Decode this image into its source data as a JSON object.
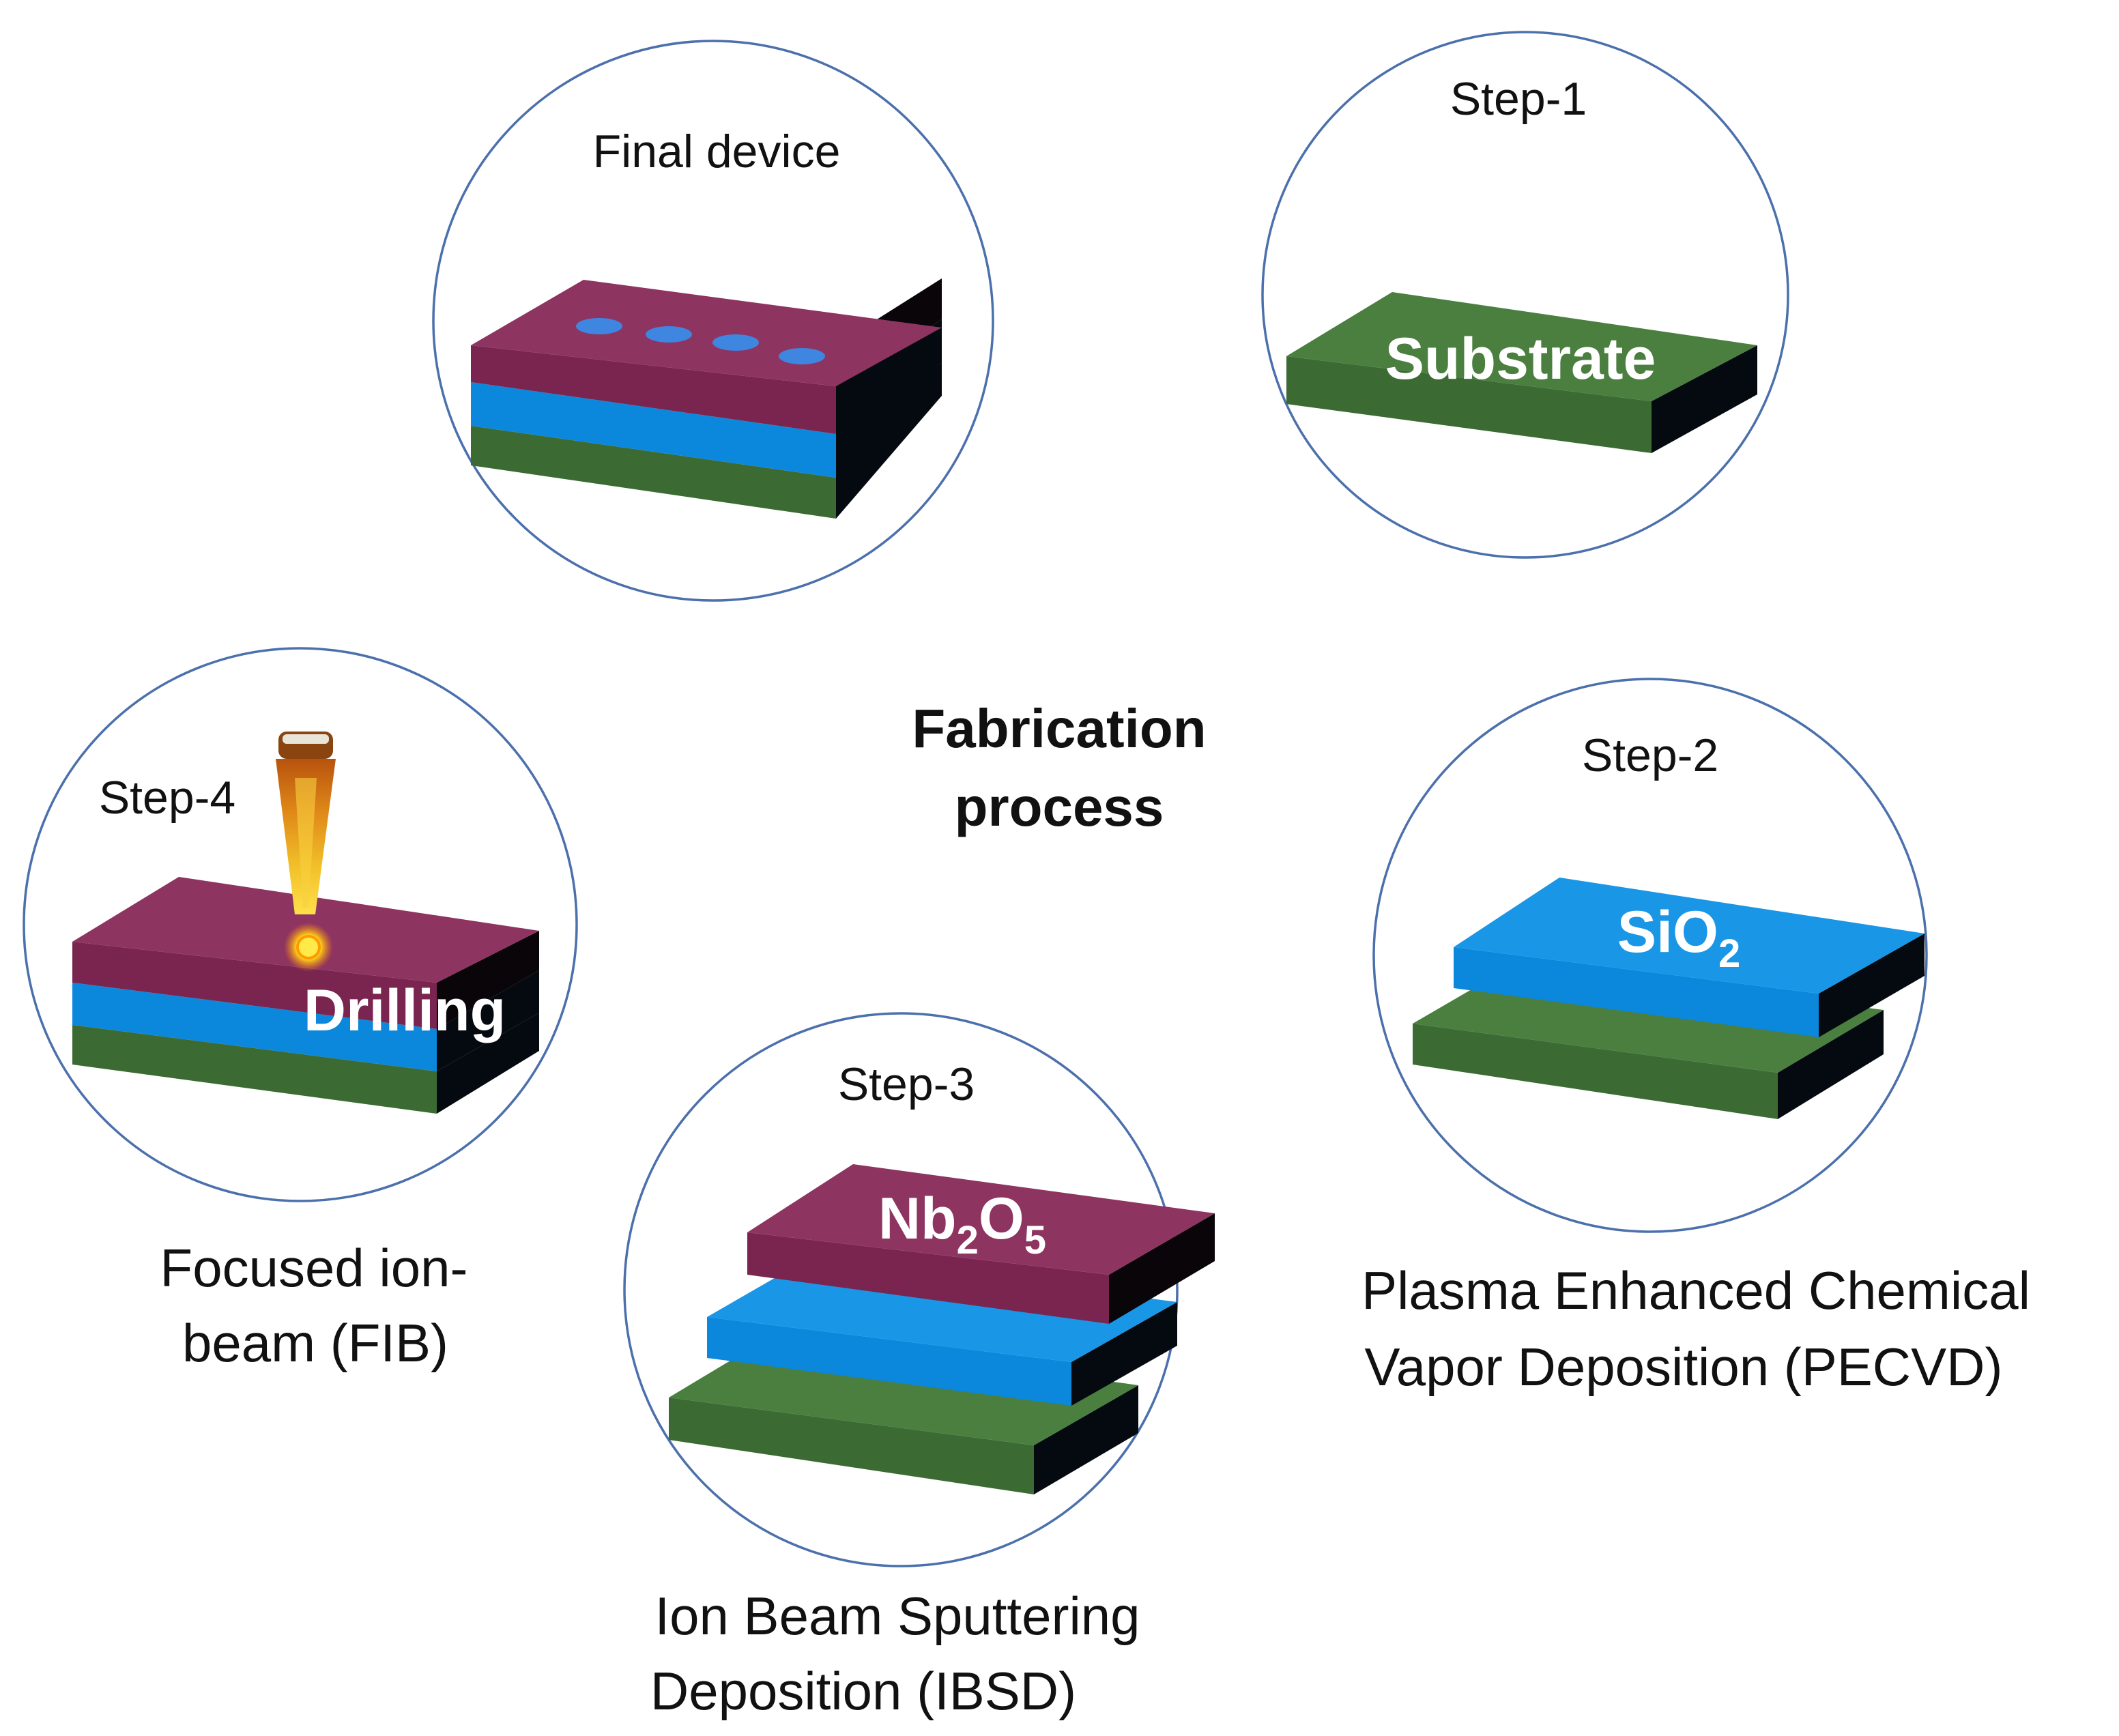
{
  "title": {
    "line1": "Fabrication",
    "line2": "process"
  },
  "colors": {
    "substrate_top": "#4a7f3f",
    "substrate_front": "#3b6b33",
    "sio2_top": "#1996e6",
    "sio2_front": "#0b87db",
    "nb2o5_top": "#8e3461",
    "nb2o5_front": "#7a2550",
    "side": "#050a10",
    "circle_stroke": "#4b70ac",
    "hole": "#3e86e0",
    "beam_glow": "#ffd21a"
  },
  "final": {
    "label": "Final device"
  },
  "step1": {
    "label": "Step-1",
    "box_label": "Substrate"
  },
  "step2": {
    "label": "Step-2",
    "box_main": "SiO",
    "box_sub": "2",
    "desc_line1": "Plasma Enhanced Chemical",
    "desc_line2": "Vapor Deposition (PECVD)"
  },
  "step3": {
    "label": "Step-3",
    "box_p1": "Nb",
    "box_s1": "2",
    "box_p2": "O",
    "box_s2": "5",
    "desc_line1": "Ion Beam Sputtering",
    "desc_line2": "Deposition (IBSD)"
  },
  "step4": {
    "label": "Step-4",
    "box_label": "Drilling",
    "desc_line1": "Focused ion-",
    "desc_line2": "beam (FIB)"
  }
}
